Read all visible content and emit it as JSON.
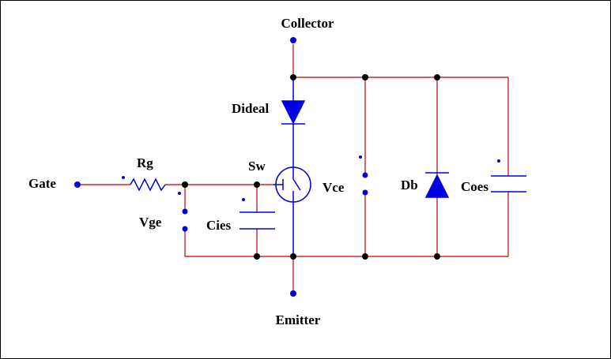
{
  "labels": {
    "collector": "Collector",
    "emitter": "Emitter",
    "gate": "Gate",
    "rg": "Rg",
    "vge": "Vge",
    "sw": "Sw",
    "cies": "Cies",
    "dideal": "Dideal",
    "vce": "Vce",
    "db": "Db",
    "coes": "Coes"
  },
  "colors": {
    "wire": "#c00000",
    "component": "#0000e0",
    "node": "#000000",
    "text": "#000000",
    "background": "#ffffff"
  }
}
